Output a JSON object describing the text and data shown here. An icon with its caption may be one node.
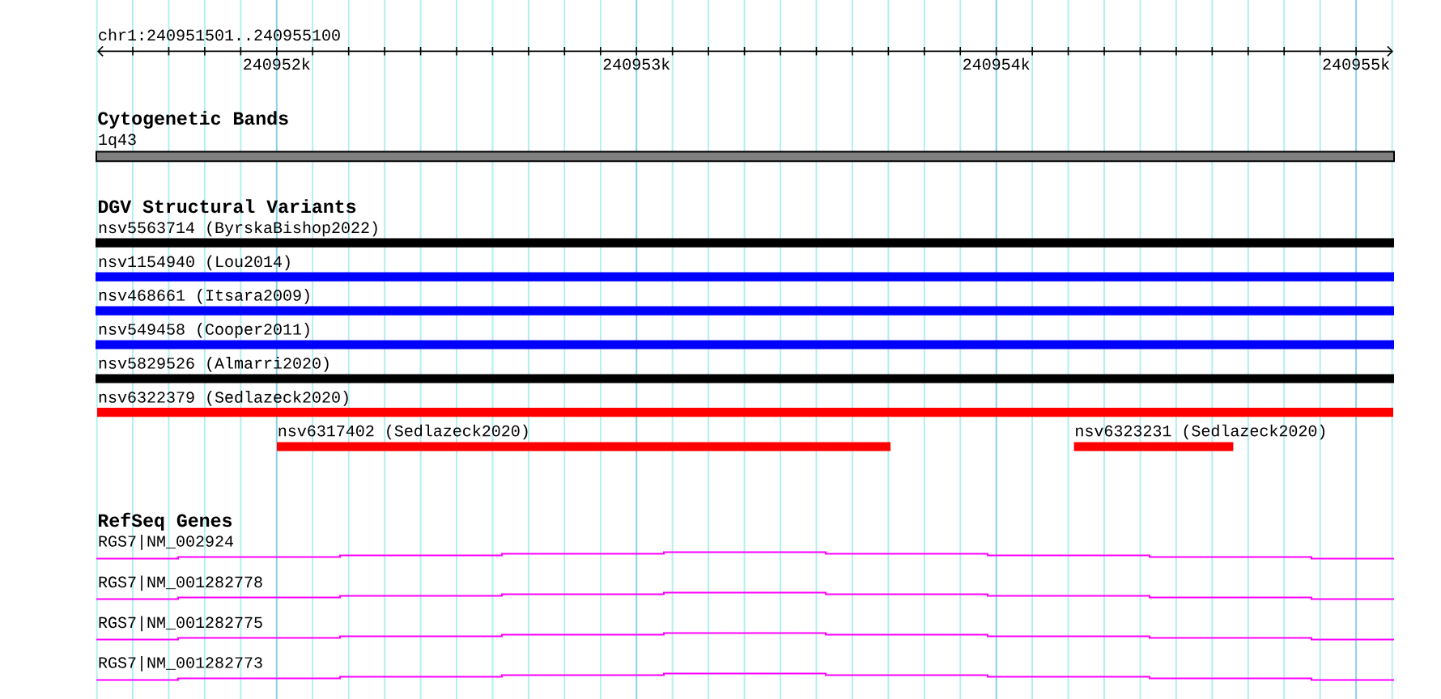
{
  "diagram": {
    "nodes": [
      {
        "text": [
          "1q43"
        ]
      },
      {
        "text": [
          "nsv5563714 (ByrskaBishop2022)"
        ]
      },
      {
        "text": [
          "nsv1154940 (Lou2014)"
        ]
      },
      {
        "text": [
          "nsv468661 (Itsara2009)"
        ]
      },
      {
        "text": [
          "nsv549458 (Cooper2011)"
        ]
      },
      {
        "text": [
          "nsv5829526 (Almarri2020)"
        ]
      },
      {
        "text": [
          "nsv6322379 (Sedlazeck2020)"
        ]
      },
      {
        "text": [
          "nsv6317402 (Sedlazeck2020)"
        ]
      },
      {
        "text": [
          "nsv6323231 (Sedlazeck2020)"
        ]
      },
      {
        "text": [
          "RGS7|NM_002924"
        ]
      },
      {
        "text": [
          "RGS7|NM_001282778"
        ]
      },
      {
        "text": [
          "RGS7|NM_001282775"
        ]
      },
      {
        "text": [
          "RGS7|NM_001282773"
        ]
      }
    ],
    "labels": [
      "chr1:240951501..240955100",
      "240952k",
      "240953k",
      "240954k",
      "240955k",
      "Cytogenetic Bands",
      "DGV Structural Variants",
      "RefSeq Genes"
    ]
  }
}
